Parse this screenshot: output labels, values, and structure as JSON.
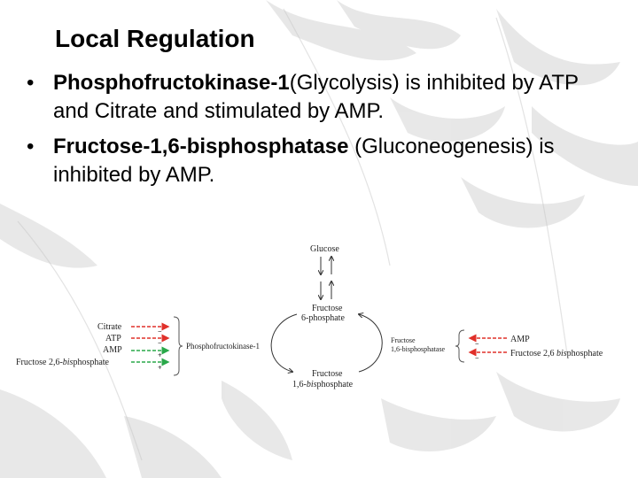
{
  "slide": {
    "title": "Local Regulation",
    "bullet_glyph": "•",
    "bullets": [
      {
        "bold": "Phosphofructokinase-1",
        "text": "(Glycolysis) is inhibited by ATP and Citrate and stimulated by AMP."
      },
      {
        "bold": "Fructose-1,6-bisphosphatase",
        "text": " (Gluconeogenesis) is inhibited by AMP."
      }
    ]
  },
  "diagram": {
    "glucose": "Glucose",
    "f6p_line1": "Fructose",
    "f6p_line2": "6-phosphate",
    "f16bp_line1": "Fructose",
    "f16bp_line2_a": "1,6-",
    "f16bp_line2_b": "bis",
    "f16bp_line2_c": "phosphate",
    "pfk_label": "Phosphofructokinase-1",
    "fbpase_line1": "Fructose",
    "fbpase_line2": "1,6-bisphosphatase",
    "left_regulators": {
      "citrate": "Citrate",
      "atp": "ATP",
      "amp": "AMP",
      "f26bp_a": "Fructose 2,6-",
      "f26bp_b": "bis",
      "f26bp_c": "phosphate"
    },
    "right_regulators": {
      "amp": "AMP",
      "f26bp_a": "Fructose 2,6 ",
      "f26bp_b": "bis",
      "f26bp_c": "phosphate"
    },
    "colors": {
      "inhibitor": "#e0302a",
      "activator": "#2aa84a"
    }
  }
}
